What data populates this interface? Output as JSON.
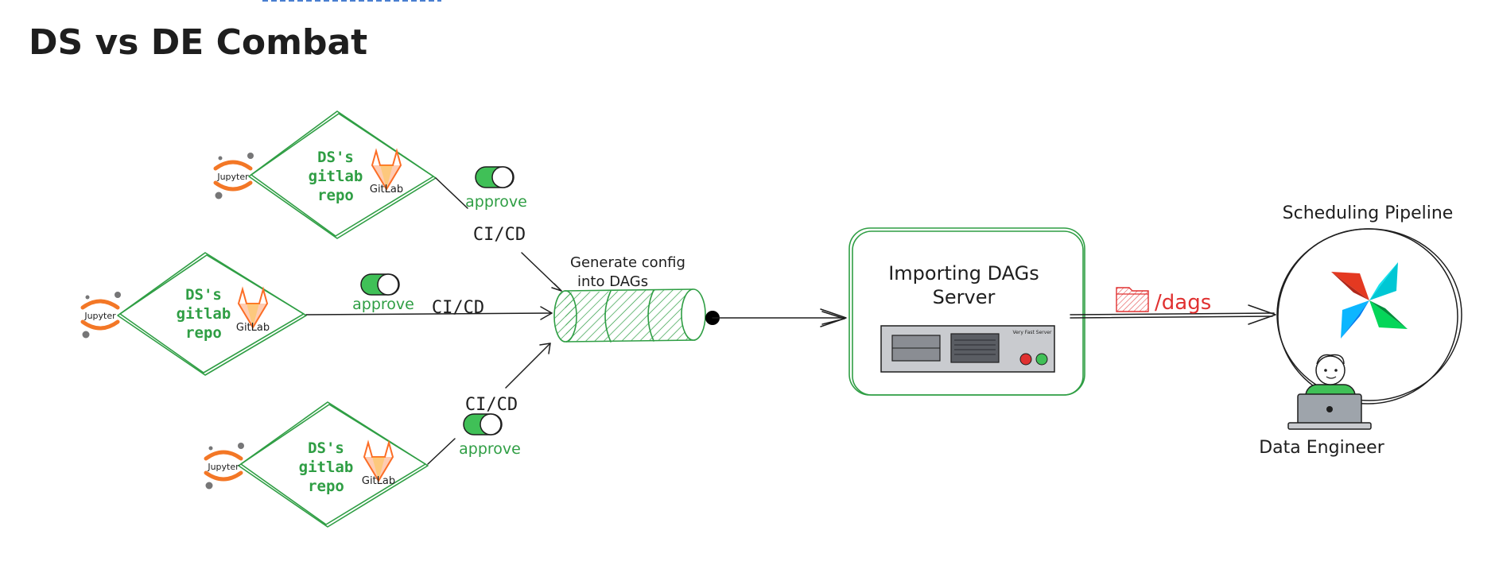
{
  "title": "DS vs DE Combat",
  "repos": [
    {
      "label_lines": [
        "DS's",
        "gitlab",
        "repo"
      ],
      "gitlab_label": "GitLab",
      "jupyter_label": "Jupyter",
      "approve_label": "approve",
      "cicd_label": "CI/CD"
    },
    {
      "label_lines": [
        "DS's",
        "gitlab",
        "repo"
      ],
      "gitlab_label": "GitLab",
      "jupyter_label": "Jupyter",
      "approve_label": "approve",
      "cicd_label": "CI/CD"
    },
    {
      "label_lines": [
        "DS's",
        "gitlab",
        "repo"
      ],
      "gitlab_label": "GitLab",
      "jupyter_label": "Jupyter",
      "approve_label": "approve",
      "cicd_label": "CI/CD"
    }
  ],
  "queue": {
    "label_lines": [
      "Generate config",
      "into DAGs"
    ]
  },
  "server": {
    "label_lines": [
      "Importing DAGs",
      "Server"
    ],
    "device_label": "Very Fast Server"
  },
  "dags_label": "/dags",
  "pipeline": {
    "title": "Scheduling Pipeline"
  },
  "engineer": {
    "label": "Data Engineer"
  },
  "colors": {
    "green": "#2f9e44",
    "red": "#e03131",
    "ink": "#1e1e1e",
    "jupyter_orange": "#f37726",
    "gitlab_orange": "#fc6d26",
    "toggle_green": "#40c057"
  }
}
